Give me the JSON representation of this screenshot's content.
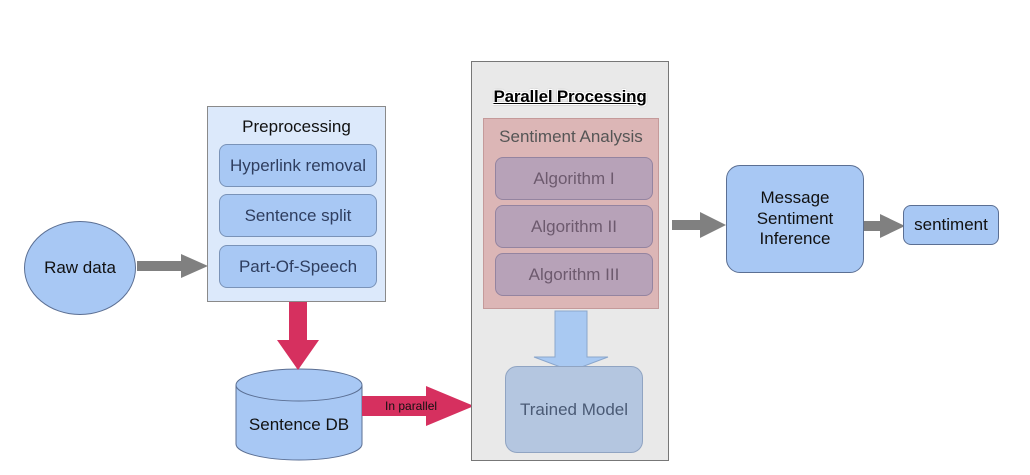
{
  "nodes": {
    "raw_data": "Raw data",
    "preprocessing": {
      "title": "Preprocessing",
      "steps": [
        "Hyperlink removal",
        "Sentence split",
        "Part-Of-Speech"
      ]
    },
    "sentence_db": "Sentence DB",
    "parallel_processing": {
      "title": "Parallel Processing",
      "sentiment_analysis": {
        "title": "Sentiment Analysis",
        "algorithms": [
          "Algorithm I",
          "Algorithm II",
          "Algorithm III"
        ]
      },
      "trained_model": "Trained Model"
    },
    "message_inference": {
      "lines": [
        "Message",
        "Sentiment",
        "Inference"
      ]
    },
    "sentiment": "sentiment"
  },
  "edges": {
    "db_to_parallel_label": "In parallel"
  },
  "colors": {
    "node_fill": "#a8c8f4",
    "panel_fill": "#dce9fb",
    "arrow_gray": "#808080",
    "arrow_pink": "#d6305f",
    "analysis_fill": "#dcb6b6"
  }
}
